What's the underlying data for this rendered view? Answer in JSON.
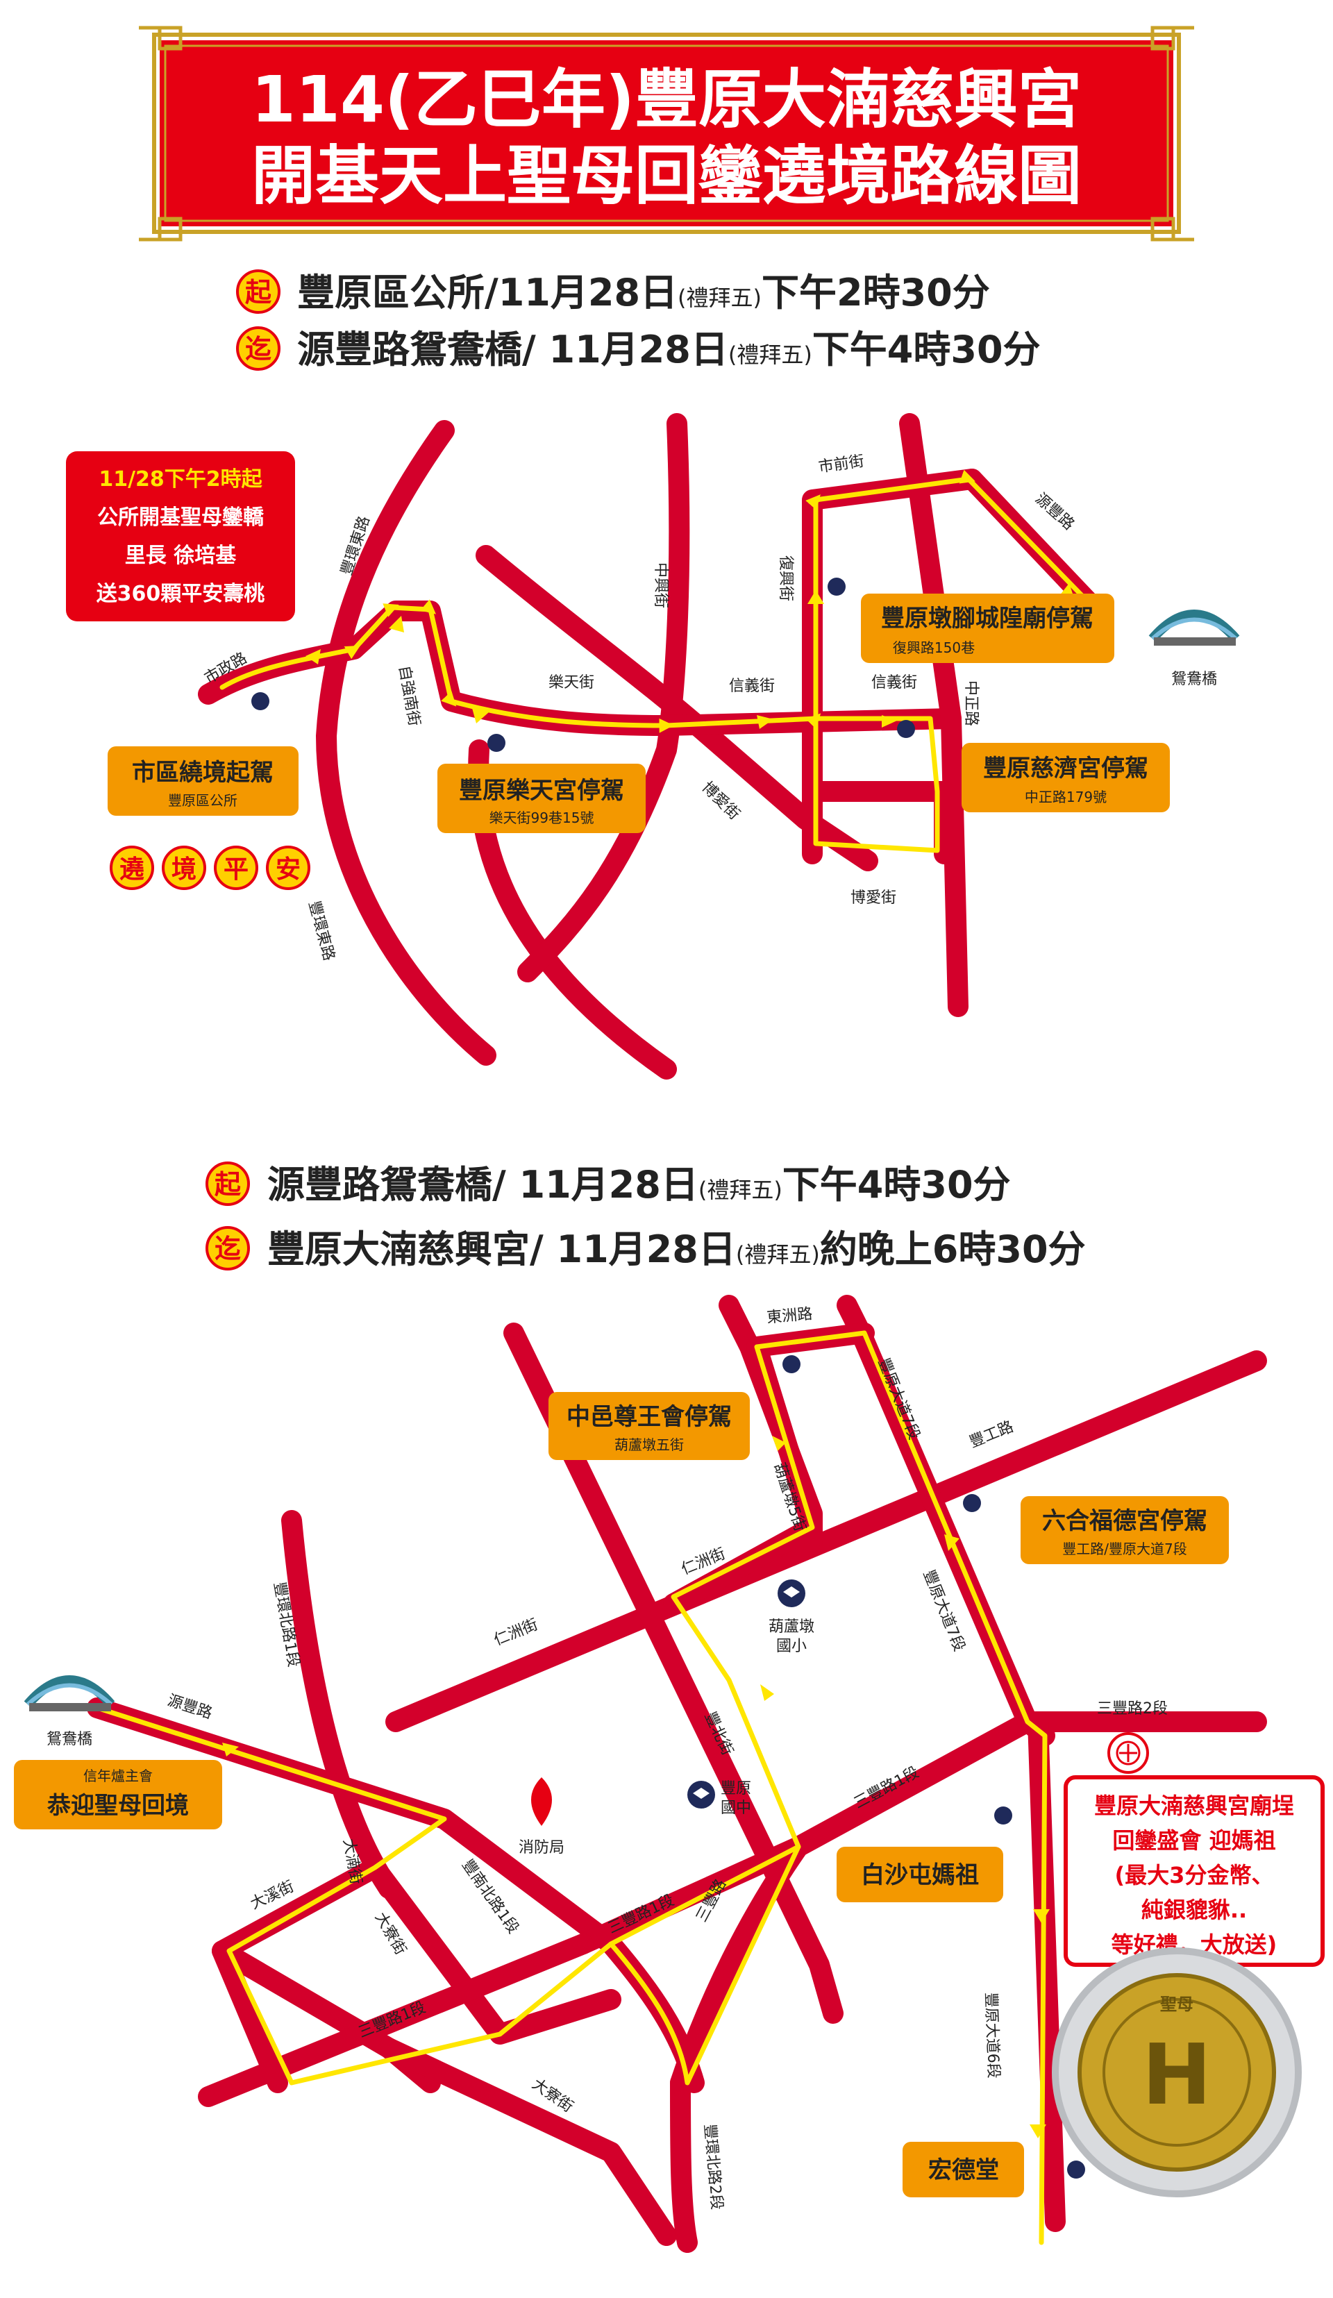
{
  "title": {
    "line1": "114(乙巳年)豐原大湳慈興宮",
    "line2": "開基天上聖母回鑾遶境路線圖"
  },
  "section1": {
    "start": {
      "badge": "起",
      "place": "豐原區公所",
      "date": "/11月28日",
      "weekday": "(禮拜五)",
      "time": "下午2時30分"
    },
    "end": {
      "badge": "迄",
      "place": "源豐路鴛鴦橋",
      "date": "/ 11月28日",
      "weekday": "(禮拜五)",
      "time": "下午4時30分"
    },
    "red_box": [
      "11/28下午2時起",
      "公所開基聖母鑾轎",
      "里長  徐培基",
      "送360顆平安壽桃"
    ],
    "stops": [
      {
        "title": "市區繞境起駕",
        "sub": "豐原區公所"
      },
      {
        "title": "豐原樂天宮停駕",
        "sub": "樂天街99巷15號"
      },
      {
        "title": "豐原墩腳城隍廟停駕",
        "sub": "復興路150巷"
      },
      {
        "title": "豐原慈濟宮停駕",
        "sub": "中正路179號"
      }
    ],
    "blessing": [
      "遶",
      "境",
      "平",
      "安"
    ],
    "bridge_label": "鴛鴦橋",
    "streets": {
      "shizheng": "市政路",
      "fenghuan_e1": "豐環東路",
      "fenghuan_e2": "豐環東路",
      "ziqiang_s": "自強南街",
      "letian": "樂天街",
      "zhongxing": "中興街",
      "xinyi1": "信義街",
      "xinyi2": "信義街",
      "boai1": "博愛街",
      "boai2": "博愛街",
      "fuxing": "復興街",
      "shiqian": "市前街",
      "yuanfeng": "源豐路",
      "zhongzheng": "中正路"
    }
  },
  "section2": {
    "start": {
      "badge": "起",
      "place": "源豐路鴛鴦橋",
      "date": "/ 11月28日",
      "weekday": "(禮拜五)",
      "time": "下午4時30分"
    },
    "end": {
      "badge": "迄",
      "place": "豐原大湳慈興宮",
      "date": "/ 11月28日",
      "weekday": "(禮拜五)",
      "time": "約晚上6時30分"
    },
    "stops": [
      {
        "title": "中邑尊王會停駕",
        "sub": "葫蘆墩五街"
      },
      {
        "title": "六合福德宮停駕",
        "sub": "豐工路/豐原大道7段"
      },
      {
        "title": "白沙屯媽祖",
        "sub": ""
      },
      {
        "title": "宏德堂",
        "sub": ""
      },
      {
        "title": "恭迎聖母回境",
        "sub": "信年爐主會"
      }
    ],
    "temple_box": [
      "豐原大湳慈興宮廟埕",
      "回鑾盛會  迎媽祖",
      "(最大3分金幣、",
      "純銀貔貅..",
      "等好禮，大放送)"
    ],
    "bridge_label": "鴛鴦橋",
    "landmarks": {
      "school1": [
        "葫蘆墩",
        "國小"
      ],
      "school2": [
        "豐原",
        "國中"
      ],
      "fire": "消防局"
    },
    "coin": {
      "text": "H",
      "rim": "聖母"
    },
    "streets": {
      "dongzhou": "東洲路",
      "fengyuan_dadao7a": "豐原大道7段",
      "fenggong": "豐工路",
      "hulu5": "葫蘆墩5街",
      "renzhou": "仁洲街",
      "renzhou2": "仁洲街",
      "fenghuan_n1": "豐環北路1段",
      "fengyuan_dadao7b": "豐原大道7段",
      "sanfeng2": "三豐路2段",
      "fengbei": "豐北街",
      "sanfeng1a": "三豐路1段",
      "yuanfeng": "源豐路",
      "danan": "大湳街",
      "fengnan1": "豐南北路1段",
      "sanfeng1b": "三豐路1段",
      "sanfeng": "三豐路",
      "daliao": "大寮街",
      "sanfeng1c": "三豐路1段",
      "fengyuan_dadao6": "豐原大道6段",
      "daliao2": "大寮街",
      "daxi": "大溪街",
      "fenghuan_n2": "豐環北路2段"
    }
  },
  "colors": {
    "title_bg": "#e60012",
    "title_text": "#ffffff",
    "road": "#d3002b",
    "route": "#ffe600",
    "stop_box": "#f39800",
    "dot": "#1f2a5a",
    "badge": "#ffd000",
    "badge_text": "#e60012",
    "blessing_text": "#e60012"
  }
}
